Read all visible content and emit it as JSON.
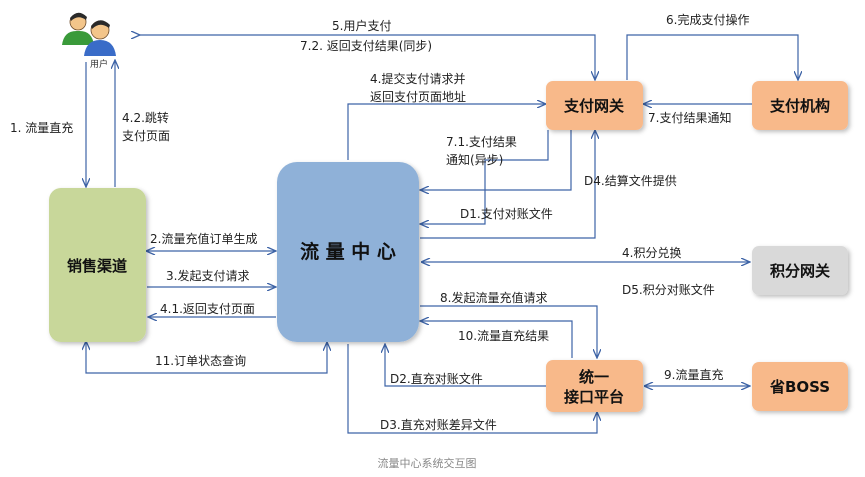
{
  "nodes": {
    "user": "用户",
    "sales": "销售渠道",
    "center": "流 量 中 心",
    "gateway": "支付网关",
    "institution": "支付机构",
    "points": "积分网关",
    "unified_line1": "统一",
    "unified_line2": "接口平台",
    "boss": "省BOSS"
  },
  "edges": {
    "e5": "5.用户支付",
    "e72": "7.2. 返回支付结果(同步)",
    "e6": "6.完成支付操作",
    "e4a": "4.提交支付请求并",
    "e4b": "返回支付页面地址",
    "e7": "7.支付结果通知",
    "e71a": "7.1.支付结果",
    "e71b": "通知(异步)",
    "ed4": "D4.结算文件提供",
    "ed1": "D1.支付对账文件",
    "e1": "1. 流量直充",
    "e42a": "4.2.跳转",
    "e42b": "支付页面",
    "e2": "2.流量充值订单生成",
    "e3": "3.发起支付请求",
    "e41": "4.1.返回支付页面",
    "e11": "11.订单状态查询",
    "e4points": "4.积分兑换",
    "ed5": "D5.积分对账文件",
    "e8": "8.发起流量充值请求",
    "e10": "10.流量直充结果",
    "ed2": "D2.直充对账文件",
    "e9": "9.流量直充",
    "ed3": "D3.直充对账差异文件"
  },
  "caption": "流量中心系统交互图",
  "colors": {
    "center_fill": "#8fb1d8",
    "sales_fill": "#c8d79a",
    "orange_fill": "#f8b98a",
    "gray_fill": "#d9d9d9",
    "line": "#3d63a6"
  }
}
